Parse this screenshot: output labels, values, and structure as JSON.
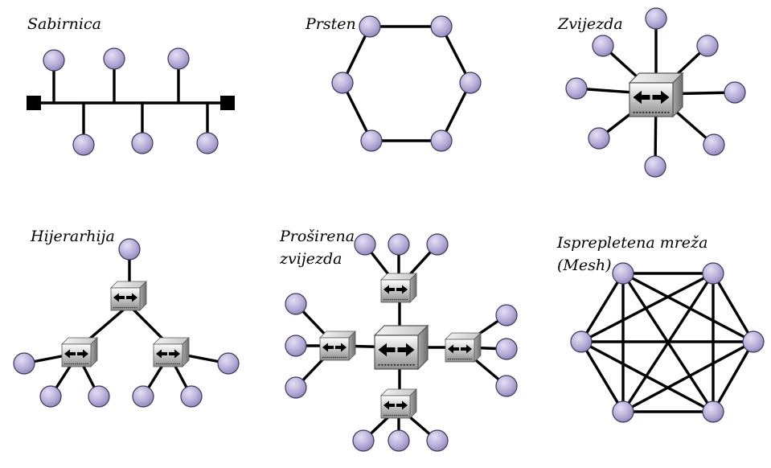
{
  "labels": {
    "bus": "Sabirnica",
    "ring": "Prsten",
    "star": "Zvijezda",
    "hierarchy": "Hijerarhija",
    "extended_star_1": "Proširena",
    "extended_star_2": "zvijezda",
    "mesh_1": "Isprepletena mreža",
    "mesh_2": "(Mesh)"
  },
  "colors": {
    "node_fill": "#b9b0d9",
    "node_stroke": "#3b3459",
    "link": "#000000",
    "switch_light": "#ececec",
    "switch_dark": "#8e8e8e"
  },
  "icons": {
    "node": "computer-node-circle",
    "switch": "network-switch-icon",
    "terminator": "bus-terminator-square"
  }
}
